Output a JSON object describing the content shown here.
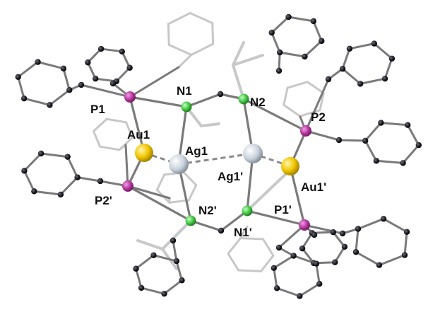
{
  "labels": {
    "P1": "P1",
    "N1": "N1",
    "N2": "N2",
    "P2": "P2",
    "Au1": "Au1",
    "Ag1": "Ag1",
    "Ag1p": "Ag1'",
    "Au1p": "Au1'",
    "P2p": "P2'",
    "N2p": "N2'",
    "N1p": "N1'",
    "P1p": "P1'"
  },
  "colors": {
    "carbon": "#1c1c24",
    "bond_front": "#7a7a7a",
    "bond_back": "#c8c8c8",
    "phosphorus": "#b0309a",
    "nitrogen": "#3cc23c",
    "gold": "#f2c600",
    "silver": "#c9d2dc"
  }
}
